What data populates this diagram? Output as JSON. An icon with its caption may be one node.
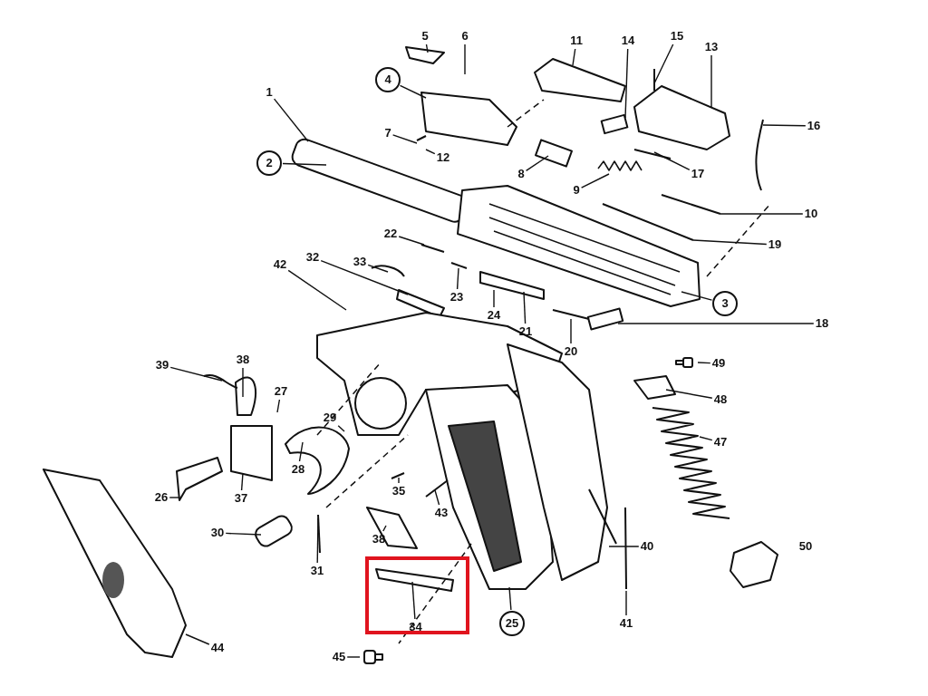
{
  "diagram": {
    "nodes": [
      {
        "text": [
          "1"
        ]
      },
      {
        "text": [
          "2"
        ]
      },
      {
        "text": [
          "3"
        ]
      },
      {
        "text": [
          "4"
        ]
      },
      {
        "text": [
          "5"
        ]
      },
      {
        "text": [
          "6"
        ]
      },
      {
        "text": [
          "7"
        ]
      },
      {
        "text": [
          "8"
        ]
      },
      {
        "text": [
          "9"
        ]
      },
      {
        "text": [
          "10"
        ]
      },
      {
        "text": [
          "11"
        ]
      },
      {
        "text": [
          "12"
        ]
      },
      {
        "text": [
          "13"
        ]
      },
      {
        "text": [
          "14"
        ]
      },
      {
        "text": [
          "15"
        ]
      },
      {
        "text": [
          "16"
        ]
      },
      {
        "text": [
          "17"
        ]
      },
      {
        "text": [
          "18"
        ]
      },
      {
        "text": [
          "19"
        ]
      },
      {
        "text": [
          "20"
        ]
      },
      {
        "text": [
          "21"
        ]
      },
      {
        "text": [
          "22"
        ]
      },
      {
        "text": [
          "23"
        ]
      },
      {
        "text": [
          "24"
        ]
      },
      {
        "text": [
          "25"
        ]
      },
      {
        "text": [
          "26"
        ]
      },
      {
        "text": [
          "27"
        ]
      },
      {
        "text": [
          "28"
        ]
      },
      {
        "text": [
          "29"
        ]
      },
      {
        "text": [
          "30"
        ]
      },
      {
        "text": [
          "31"
        ]
      },
      {
        "text": [
          "32"
        ]
      },
      {
        "text": [
          "33"
        ]
      },
      {
        "text": [],
        "shape": "box"
      },
      {
        "text": [
          "34"
        ],
        "in": 33
      },
      {
        "text": [
          "35"
        ]
      },
      {
        "text": [
          "38"
        ]
      },
      {
        "text": [
          "37"
        ]
      },
      {
        "text": [
          "38"
        ]
      },
      {
        "text": [
          "39"
        ]
      },
      {
        "text": [
          "40"
        ]
      },
      {
        "text": [
          "41"
        ]
      },
      {
        "text": [
          "42"
        ]
      },
      {
        "text": [
          "43"
        ]
      },
      {
        "text": [
          "44"
        ]
      },
      {
        "text": [
          "45"
        ]
      },
      {
        "text": [
          "47"
        ]
      },
      {
        "text": [
          "48"
        ]
      },
      {
        "text": [
          "49"
        ]
      },
      {
        "text": [
          "50"
        ]
      }
    ],
    "edges": [
      {
        "from": 0,
        "to": null,
        "arrow": "none"
      },
      {
        "from": 1,
        "to": null,
        "arrow": "none"
      },
      {
        "from": 2,
        "to": null,
        "arrow": "none"
      },
      {
        "from": 3,
        "to": null,
        "arrow": "none"
      },
      {
        "from": 4,
        "to": null,
        "arrow": "none"
      },
      {
        "from": 5,
        "to": null,
        "arrow": "none"
      },
      {
        "from": 6,
        "to": null,
        "arrow": "none"
      },
      {
        "from": 7,
        "to": null,
        "arrow": "none"
      },
      {
        "from": 8,
        "to": null,
        "arrow": "none"
      },
      {
        "from": 9,
        "to": null,
        "arrow": "none"
      },
      {
        "from": 10,
        "to": null,
        "arrow": "none"
      },
      {
        "from": 11,
        "to": null,
        "arrow": "none"
      },
      {
        "from": 12,
        "to": null,
        "arrow": "none"
      },
      {
        "from": 13,
        "to": null,
        "arrow": "none"
      },
      {
        "from": 14,
        "to": null,
        "arrow": "none"
      },
      {
        "from": 15,
        "to": null,
        "arrow": "none"
      },
      {
        "from": 16,
        "to": null,
        "arrow": "none"
      },
      {
        "from": 17,
        "to": null,
        "arrow": "none"
      },
      {
        "from": 18,
        "to": null,
        "arrow": "none"
      },
      {
        "from": 19,
        "to": null,
        "arrow": "none"
      },
      {
        "from": 20,
        "to": null,
        "arrow": "none"
      },
      {
        "from": 21,
        "to": null,
        "arrow": "none"
      },
      {
        "from": 22,
        "to": null,
        "arrow": "none"
      },
      {
        "from": 23,
        "to": null,
        "arrow": "none"
      },
      {
        "from": 24,
        "to": null,
        "arrow": "none"
      },
      {
        "from": 25,
        "to": null,
        "arrow": "none"
      },
      {
        "from": 26,
        "to": null,
        "arrow": "none"
      },
      {
        "from": 27,
        "to": null,
        "arrow": "none"
      },
      {
        "from": 28,
        "to": null,
        "arrow": "none"
      },
      {
        "from": 29,
        "to": null,
        "arrow": "none"
      },
      {
        "from": 30,
        "to": null,
        "arrow": "none"
      },
      {
        "from": 31,
        "to": null,
        "arrow": "none"
      },
      {
        "from": 32,
        "to": null,
        "arrow": "none"
      },
      {
        "from": 34,
        "to": null,
        "arrow": "none"
      },
      {
        "from": 35,
        "to": null,
        "arrow": "none"
      },
      {
        "from": 36,
        "to": null,
        "arrow": "none"
      },
      {
        "from": 37,
        "to": null,
        "arrow": "none"
      },
      {
        "from": 38,
        "to": null,
        "arrow": "none"
      },
      {
        "from": 39,
        "to": null,
        "arrow": "none"
      },
      {
        "from": 40,
        "to": null,
        "arrow": "none"
      },
      {
        "from": 41,
        "to": null,
        "arrow": "none"
      },
      {
        "from": 42,
        "to": null,
        "arrow": "none"
      },
      {
        "from": 43,
        "to": null,
        "arrow": "none"
      },
      {
        "from": 44,
        "to": null,
        "arrow": "none"
      },
      {
        "from": 45,
        "to": null,
        "arrow": "none"
      },
      {
        "from": 46,
        "to": null,
        "arrow": "none"
      },
      {
        "from": 47,
        "to": null,
        "arrow": "none"
      },
      {
        "from": 48,
        "to": null,
        "arrow": "none"
      }
    ]
  }
}
